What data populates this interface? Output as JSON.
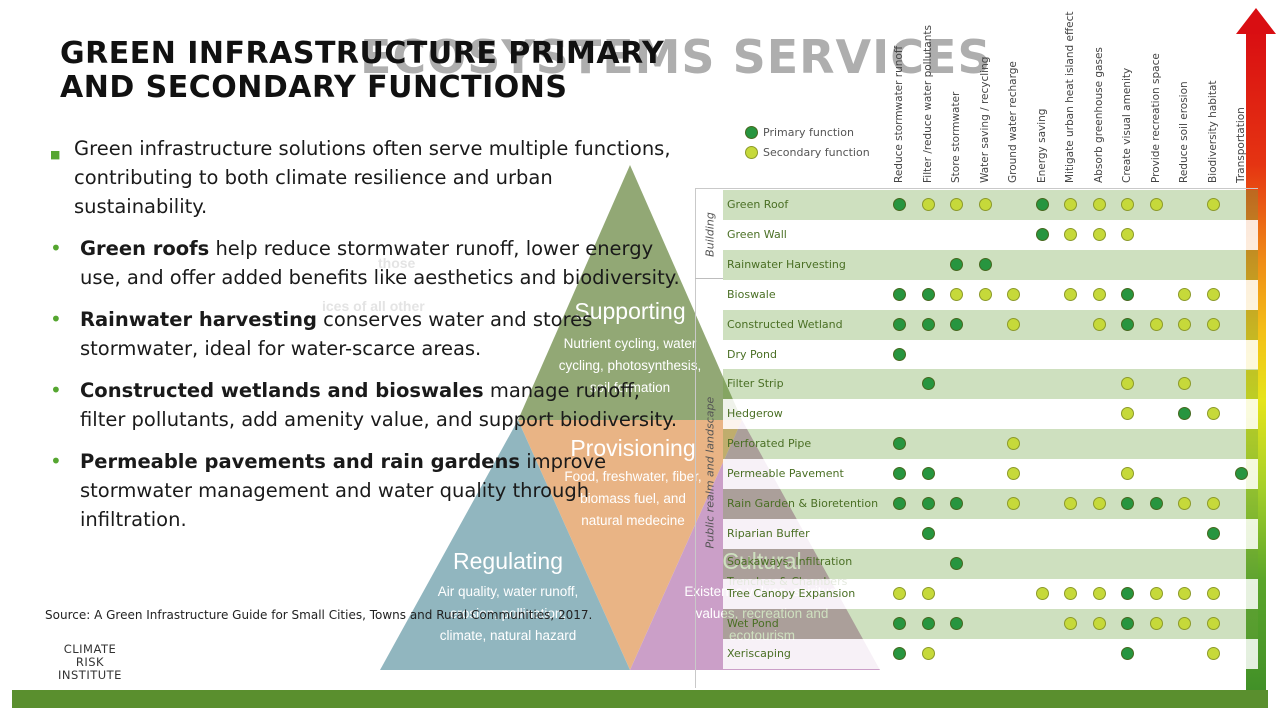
{
  "slide": {
    "title_line1": "GREEN INFRASTRUCTURE PRIMARY",
    "title_line2": "AND SECONDARY FUNCTIONS",
    "background_title": "ECOSYSTEMS SERVICES"
  },
  "bullets": [
    {
      "bold": "",
      "text": "Green infrastructure solutions often serve multiple functions, contributing to both climate resilience and urban sustainability."
    },
    {
      "bold": "Green roofs",
      "text": " help reduce stormwater runoff, lower energy use, and offer added benefits like aesthetics and biodiversity."
    },
    {
      "bold": "Rainwater harvesting",
      "text": " conserves water and stores stormwater, ideal for water-scarce areas."
    },
    {
      "bold": "Constructed wetlands and bioswales",
      "text": " manage runoff, filter pollutants, add amenity value, and support biodiversity."
    },
    {
      "bold": "Permeable pavements and rain gardens",
      "text": " improve stormwater management and water quality through infiltration."
    }
  ],
  "pyramid": {
    "supporting": {
      "title": "Supporting",
      "lines": [
        "Nutrient cycling, water",
        "cycling, photosynthesis,",
        "soil formation"
      ]
    },
    "provisioning": {
      "title": "Provisioning",
      "lines": [
        "Food, freshwater, fiber,",
        "biomass fuel, and",
        "natural medecine"
      ]
    },
    "regulating": {
      "title": "Regulating",
      "lines": [
        "Air quality, water runoff,",
        "erosion, pollination,",
        "climate, natural hazard"
      ]
    },
    "cultural": {
      "title": "Cultural",
      "lines": [
        "Existence values, spiritual",
        "values, recreation and",
        "ecotourism"
      ]
    },
    "colors": {
      "supporting": "#7f9a5e",
      "provisioning": "#e6a870",
      "regulating": "#7eaab5",
      "cultural": "#c38fbf"
    }
  },
  "source": "Source: A Green Infrastructure Guide for Small Cities, Towns and Rural Communities, 2017.",
  "logo": {
    "line1": "CLIMATE",
    "line2": "RISK",
    "line3": "INSTITUTE"
  },
  "colors": {
    "primary_dot": "#27953f",
    "secondary_dot": "#c6d93a",
    "footer": "#5a8f2e",
    "arrow_top": "#d90e12"
  },
  "matrix": {
    "legend": {
      "primary": "Primary function",
      "secondary": "Secondary function"
    },
    "groups": [
      {
        "name": "Building"
      },
      {
        "name": "Public realm and landscape"
      }
    ],
    "columns": [
      "Reduce stormwater runoff",
      "Filter /reduce water  pollutants",
      "Store stormwater",
      "Water saving  / recycling",
      "Ground water recharge",
      "Energy saving",
      "Mitigate urban heat island effect",
      "Absorb greenhouse gases",
      "Create visual amenity",
      "Provide recreation space",
      "Reduce soil erosion",
      "Biodiversity habitat",
      "Transportation"
    ],
    "rows": [
      {
        "label": "Green Roof",
        "cells": [
          "P",
          "S",
          "S",
          "S",
          "",
          "P",
          "S",
          "S",
          "S",
          "S",
          "",
          "S",
          ""
        ]
      },
      {
        "label": "Green Wall",
        "cells": [
          "",
          "",
          "",
          "",
          "",
          "P",
          "S",
          "S",
          "S",
          "",
          "",
          "",
          ""
        ]
      },
      {
        "label": "Rainwater Harvesting",
        "cells": [
          "",
          "",
          "P",
          "P",
          "",
          "",
          "",
          "",
          "",
          "",
          "",
          "",
          ""
        ]
      },
      {
        "label": "Bioswale",
        "cells": [
          "P",
          "P",
          "S",
          "S",
          "S",
          "",
          "S",
          "S",
          "P",
          "",
          "S",
          "S",
          ""
        ]
      },
      {
        "label": "Constructed Wetland",
        "cells": [
          "P",
          "P",
          "P",
          "",
          "S",
          "",
          "",
          "S",
          "P",
          "S",
          "S",
          "S",
          ""
        ]
      },
      {
        "label": "Dry Pond",
        "cells": [
          "P",
          "",
          "",
          "",
          "",
          "",
          "",
          "",
          "",
          "",
          "",
          "",
          ""
        ]
      },
      {
        "label": "Filter Strip",
        "cells": [
          "",
          "P",
          "",
          "",
          "",
          "",
          "",
          "",
          "S",
          "",
          "S",
          "",
          ""
        ]
      },
      {
        "label": "Hedgerow",
        "cells": [
          "",
          "",
          "",
          "",
          "",
          "",
          "",
          "",
          "S",
          "",
          "P",
          "S",
          ""
        ]
      },
      {
        "label": "Perforated Pipe",
        "cells": [
          "P",
          "",
          "",
          "",
          "S",
          "",
          "",
          "",
          "",
          "",
          "",
          "",
          ""
        ]
      },
      {
        "label": "Permeable Pavement",
        "cells": [
          "P",
          "P",
          "",
          "",
          "S",
          "",
          "",
          "",
          "S",
          "",
          "",
          "",
          "P"
        ]
      },
      {
        "label": "Rain Garden & Bioretention",
        "cells": [
          "P",
          "P",
          "P",
          "",
          "S",
          "",
          "S",
          "S",
          "P",
          "P",
          "S",
          "S",
          ""
        ]
      },
      {
        "label": "Riparian Buffer",
        "cells": [
          "",
          "P",
          "",
          "",
          "",
          "",
          "",
          "",
          "",
          "",
          "",
          "P",
          ""
        ]
      },
      {
        "label": "Soakaways, Infiltration",
        "label2": "Trenches & Chambers",
        "cells": [
          "",
          "",
          "P",
          "",
          "",
          "",
          "",
          "",
          "",
          "",
          "",
          "",
          ""
        ]
      },
      {
        "label": "Tree Canopy Expansion",
        "cells": [
          "S",
          "S",
          "",
          "",
          "",
          "S",
          "S",
          "S",
          "P",
          "S",
          "S",
          "S",
          ""
        ]
      },
      {
        "label": "Wet Pond",
        "cells": [
          "P",
          "P",
          "P",
          "",
          "",
          "",
          "S",
          "S",
          "P",
          "S",
          "S",
          "S",
          ""
        ]
      },
      {
        "label": "Xeriscaping",
        "cells": [
          "P",
          "S",
          "",
          "",
          "",
          "",
          "",
          "",
          "P",
          "",
          "",
          "S",
          ""
        ]
      }
    ]
  }
}
